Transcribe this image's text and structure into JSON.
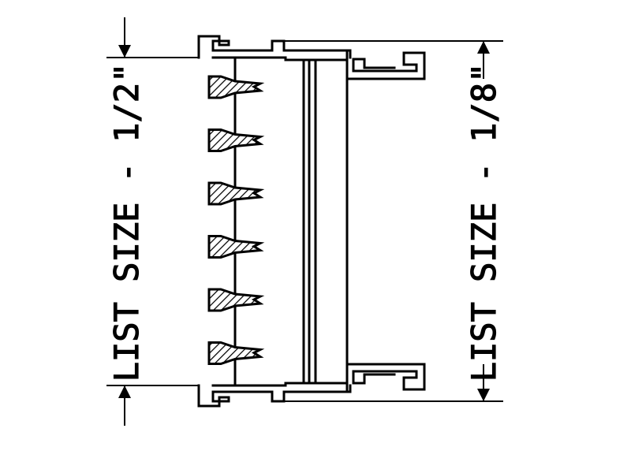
{
  "dimensions": {
    "left_label": "LIST SIZE - 1/2\"",
    "right_label": "LIST SIZE - 1/8\""
  },
  "colors": {
    "ink": "#000000",
    "paper": "#ffffff"
  },
  "fin_count": 6
}
